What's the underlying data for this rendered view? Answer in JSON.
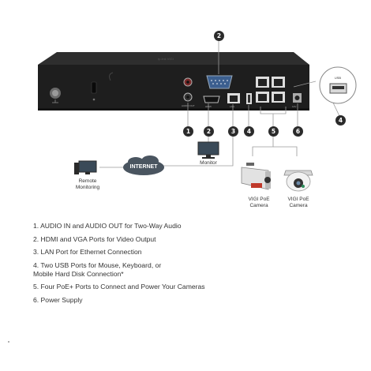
{
  "callouts": [
    "1",
    "2",
    "3",
    "4",
    "5",
    "6",
    "4"
  ],
  "network": {
    "internet_label": "INTERNET",
    "monitor_label": "Monitor",
    "remote_label": "Remote\nMonitoring",
    "camera1_label": "VIGI PoE\nCamera",
    "camera2_label": "VIGI PoE\nCamera"
  },
  "usb_inset_label": "USB",
  "features": [
    "1. AUDIO IN and AUDIO OUT for Two-Way Audio",
    "2. HDMI and VGA Ports for Video Output",
    "3. LAN Port for Ethernet Connection",
    "4. Two USB Ports for Mouse, Keyboard, or\n    Mobile Hard Disk Connection*",
    "5. Four PoE+ Ports to Connect and Power Your Cameras",
    "6. Power Supply"
  ],
  "colors": {
    "device_body": "#1e1e1e",
    "device_top": "#2e2e2e",
    "badge": "#2b2b2b",
    "line": "#9a9a9a",
    "internet_cloud": "#4a5560"
  }
}
